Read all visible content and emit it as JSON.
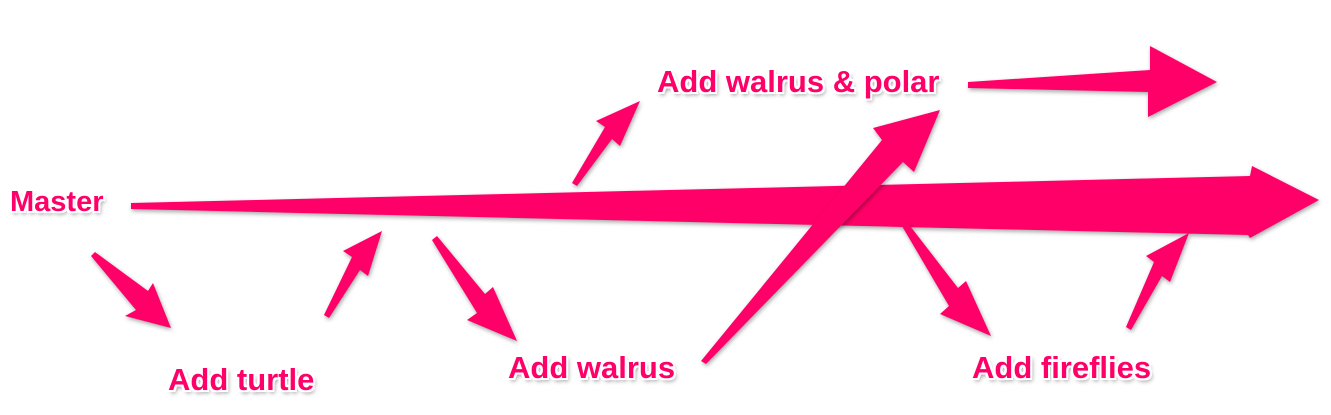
{
  "diagram": {
    "accent_color": "#ff0068",
    "labels": {
      "master": "Master",
      "add_turtle": "Add turtle",
      "add_walrus": "Add walrus",
      "add_walrus_polar": "Add walrus & polar",
      "add_fireflies": "Add fireflies"
    },
    "icons": [
      "arrow-icon"
    ]
  }
}
